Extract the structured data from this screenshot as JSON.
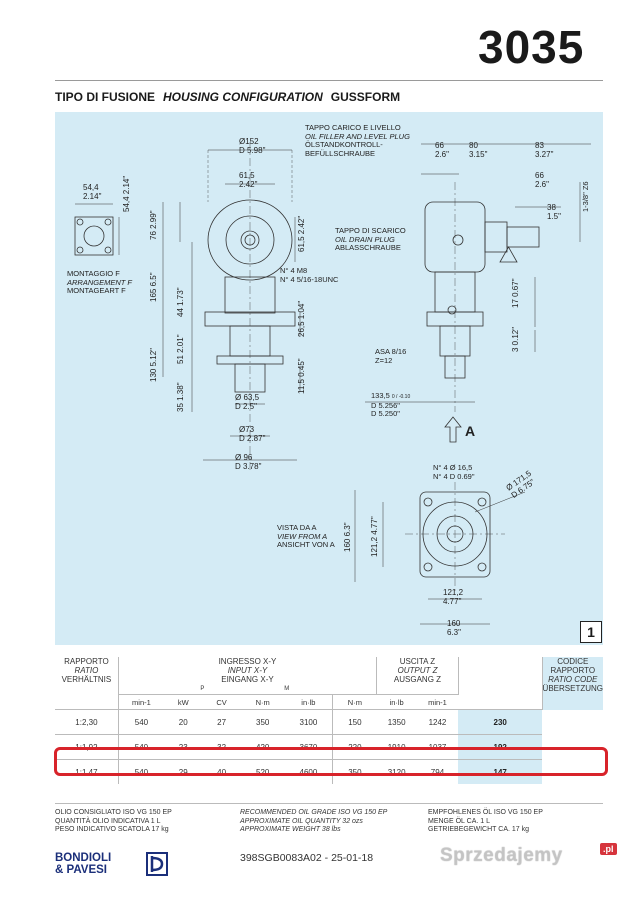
{
  "header": {
    "model": "3035",
    "title_it": "TIPO DI FUSIONE",
    "title_en": "HOUSING CONFIGURATION",
    "title_de": "GUSSFORM"
  },
  "drawing": {
    "labels": {
      "fill_plug_it": "TAPPO CARICO  E LIVELLO",
      "fill_plug_en": "OIL FILLER AND LEVEL PLUG",
      "fill_plug_de1": "ÖLSTANDKONTROLL-",
      "fill_plug_de2": "BEFÜLLSCHRAUBE",
      "drain_plug_it": "TAPPO DI SCARICO",
      "drain_plug_en": "OIL DRAIN PLUG",
      "drain_plug_de": "ABLASSCHRAUBE",
      "mount_it": "MONTAGGIO F",
      "mount_en": "ARRANGEMENT F",
      "mount_de": "MONTAGEART F",
      "view_it": "VISTA DA A",
      "view_en": "VIEW FROM A",
      "view_de": "ANSICHT VON A",
      "arrow_a": "A",
      "thread1": "N° 4 M8",
      "thread2": "N° 4 5/16-18UNC",
      "holes1": "N° 4 Ø 16,5",
      "holes2": "N° 4 D 0.69\"",
      "spline1": "ASA 8/16",
      "spline2": "Z=12",
      "spline_z6": "1-3/8\" Z6",
      "shaft1": "133,5",
      "shaft1_tol": "0 / -0.10",
      "shaft2": "D 5.256\"",
      "shaft3": "D 5.250\""
    },
    "dims": {
      "d152": "Ø152",
      "d598": "D 5.98\"",
      "d615": "61,5",
      "d242": "2.42\"",
      "d615v": "61,5",
      "d242v": "2.42\"",
      "d544": "54,4",
      "d214": "2.14\"",
      "d544v": "54,4",
      "d214v": "2.14\"",
      "d76": "76",
      "d299": "2.99\"",
      "d165": "165",
      "d65": "6.5\"",
      "d44": "44",
      "d173": "1.73\"",
      "d130": "130",
      "d512": "5.12\"",
      "d51": "51",
      "d201": "2.01\"",
      "d35": "35",
      "d138": "1.38\"",
      "d265": "26,5",
      "d104": "1.04\"",
      "d115": "11,5",
      "d045": "0.45\"",
      "d635": "Ø 63,5",
      "d25": "D 2.5\"",
      "d73": "Ø73",
      "d287": "D 2.87\"",
      "d96": "Ø 96",
      "d378": "D 3.78\"",
      "d66": "66",
      "d26": "2.6\"",
      "d80": "80",
      "d315": "3.15\"",
      "d83": "83",
      "d327": "3.27\"",
      "d66b": "66",
      "d26b": "2.6\"",
      "d38": "38",
      "d15": "1.5\"",
      "d17": "17",
      "d067": "0.67\"",
      "d3": "3",
      "d012": "0.12\"",
      "d1715": "Ø 171,5",
      "d675": "D 6.75\"",
      "d160v": "160",
      "d63v": "6.3\"",
      "d1212v": "121,2",
      "d477v": "4.77\"",
      "d1212": "121,2",
      "d477": "4.77\"",
      "d160": "160",
      "d63": "6.3\""
    },
    "page_number": "1"
  },
  "table": {
    "ratio_head": [
      "RAPPORTO",
      "RATIO",
      "VERHÄLTNIS"
    ],
    "input_head": [
      "INGRESSO X-Y",
      "INPUT X-Y",
      "EINGANG X-Y"
    ],
    "output_head": [
      "USCITA Z",
      "OUTPUT Z",
      "AUSGANG Z"
    ],
    "code_head": [
      "CODICE RAPPORTO",
      "RATIO CODE",
      "ÜBERSETZUNG"
    ],
    "p_label": "P",
    "m_label": "M",
    "units": [
      "min-1",
      "kW",
      "CV",
      "N·m",
      "in·lb",
      "N·m",
      "in·lb",
      "min-1"
    ],
    "rows": [
      {
        "ratio": "1:2,30",
        "rpm_in": "540",
        "kw": "20",
        "cv": "27",
        "nm_in": "350",
        "inlb_in": "3100",
        "nm_out": "150",
        "inlb_out": "1350",
        "rpm_out": "1242",
        "code": "230"
      },
      {
        "ratio": "1:1,92",
        "rpm_in": "540",
        "kw": "23",
        "cv": "32",
        "nm_in": "420",
        "inlb_in": "3670",
        "nm_out": "220",
        "inlb_out": "1910",
        "rpm_out": "1037",
        "code": "192"
      },
      {
        "ratio": "1:1,47",
        "rpm_in": "540",
        "kw": "29",
        "cv": "40",
        "nm_in": "520",
        "inlb_in": "4600",
        "nm_out": "350",
        "inlb_out": "3120",
        "rpm_out": "794",
        "code": "147"
      }
    ]
  },
  "notes": {
    "it": [
      "OLIO CONSIGLIATO ISO VG 150 EP",
      "QUANTITÀ OLIO INDICATIVA 1 L",
      "PESO INDICATIVO SCATOLA 17 kg"
    ],
    "en": [
      "RECOMMENDED OIL GRADE ISO VG 150 EP",
      "APPROXIMATE OIL QUANTITY 32 ozs",
      "APPROXIMATE WEIGHT 38 lbs"
    ],
    "de": [
      "EMPFOHLENES ÖL ISO VG 150 EP",
      "MENGE ÖL CA. 1 L",
      "GETRIEBEGEWICHT CA. 17 kg"
    ]
  },
  "footer": {
    "brand1": "BONDIOLI",
    "brand2": "& PAVESI",
    "doc_code": "398SGB0083A02 - 25-01-18",
    "watermark": "Sprzedajemy",
    "watermark_badge": ".pl"
  },
  "colors": {
    "drawing_bg": "#d4ebf5",
    "highlight": "#d8232a",
    "brand": "#1b2f7a"
  }
}
